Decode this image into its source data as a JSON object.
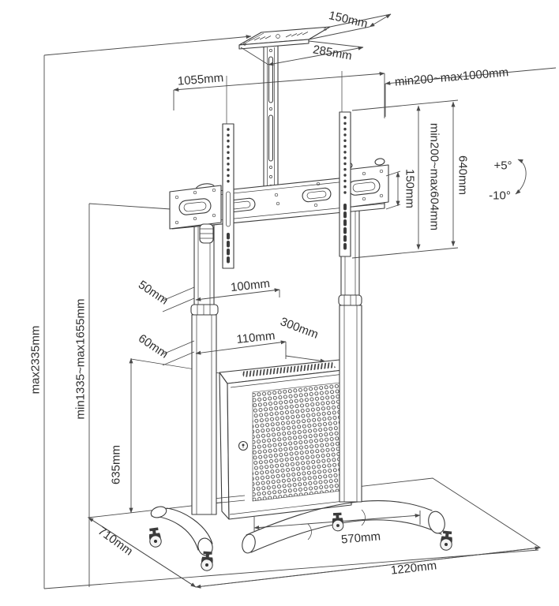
{
  "diagram": {
    "type": "technical-dimension-drawing",
    "subject": "mobile-tv-cart-with-cabinet",
    "labels": {
      "shelf_depth": "150mm",
      "shelf_width": "285mm",
      "crossbar_width": "1055mm",
      "tv_width_range": "min200~max1000mm",
      "vesa_height_range": "min200~max604mm",
      "bracket_height": "640mm",
      "crossbar_height": "150mm",
      "tilt_up": "+5°",
      "tilt_down": "-10°",
      "max_total_height": "max2335mm",
      "screen_center_height_range": "min1335~max1655mm",
      "upper_column_depth": "50mm",
      "upper_column_width": "100mm",
      "lower_column_depth": "60mm",
      "lower_column_width": "110mm",
      "cabinet_depth": "300mm",
      "cabinet_height": "635mm",
      "base_depth": "710mm",
      "inner_track_width": "570mm",
      "base_width": "1220mm"
    },
    "colors": {
      "line": "#3c3c3c",
      "dimension": "#4a4a4a",
      "text": "#2e2e2e",
      "background": "#ffffff"
    }
  }
}
